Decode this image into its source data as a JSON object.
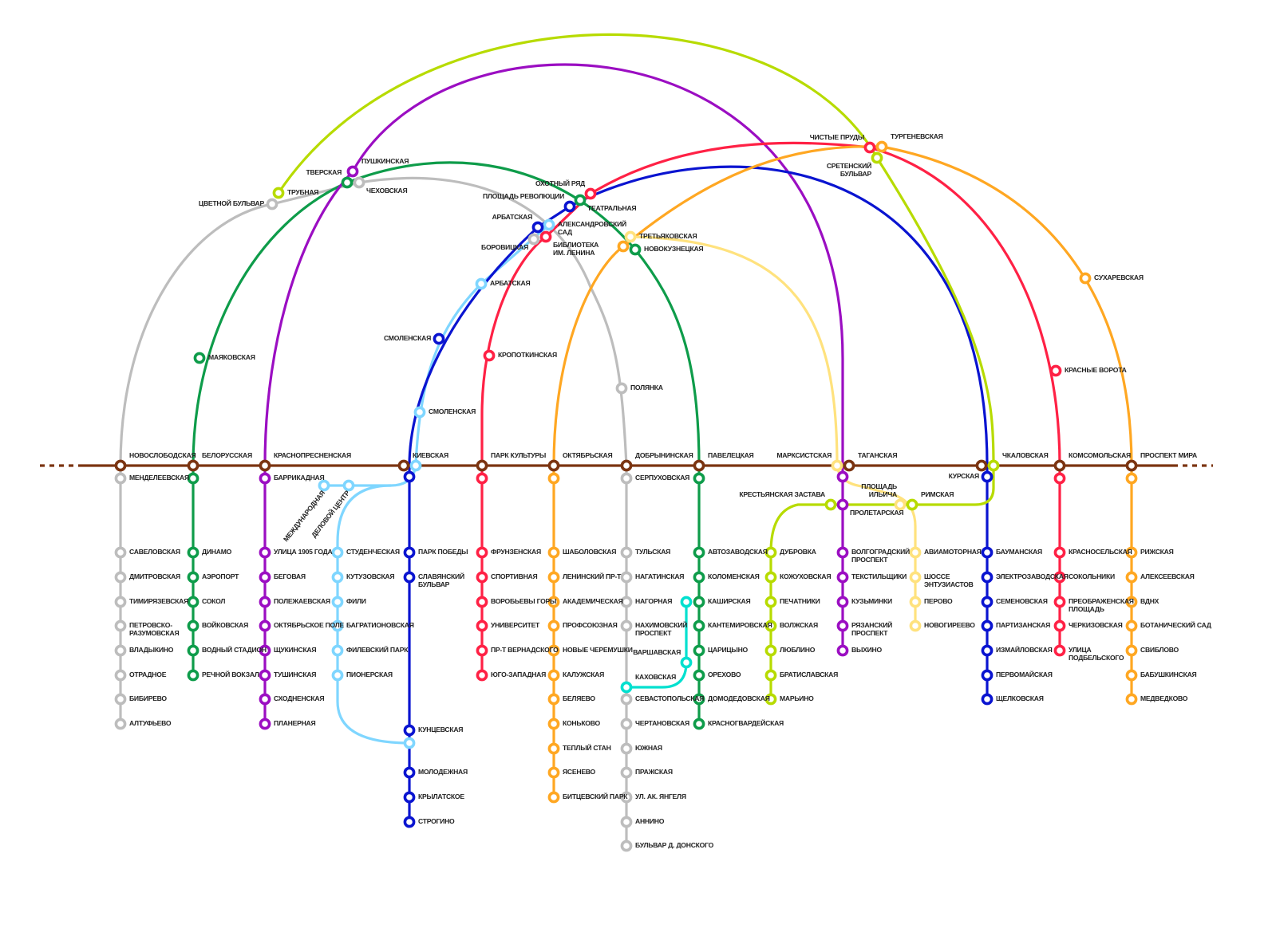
{
  "title": "Схема метро",
  "lines": [
    {
      "id": "ring",
      "color": "#7b3411",
      "stations": [
        "НОВОСЛОБОДСКАЯ",
        "БЕЛОРУССКАЯ",
        "КРАСНОПРЕСНЕНСКАЯ",
        "КИЕВСКАЯ",
        "ПАРК КУЛЬТУРЫ",
        "ОКТЯБРЬСКАЯ",
        "ДОБРЫНИНСКАЯ",
        "ПАВЕЛЕЦКАЯ",
        "ТАГАНСКАЯ",
        "КУРСКАЯ",
        "КОМСОМОЛЬСКАЯ",
        "ПРОСПЕКТ МИРА"
      ]
    },
    {
      "id": "grey",
      "color": "#bdbdbd",
      "stations": [
        "МЕНДЕЛЕЕВСКАЯ",
        "САВЕЛОВСКАЯ",
        "ДМИТРОВСКАЯ",
        "ТИМИРЯЗЕВСКАЯ",
        "ПЕТРОВСКО-\nРАЗУМОВСКАЯ",
        "ВЛАДЫКИНО",
        "ОТРАДНОЕ",
        "БИБИРЕВО",
        "АЛТУФЬЕВО",
        "ЦВЕТНОЙ БУЛЬВАР",
        "ЧЕХОВСКАЯ",
        "БОРОВИЦКАЯ",
        "ПОЛЯНКА",
        "СЕРПУХОВСКАЯ",
        "ТУЛЬСКАЯ",
        "НАГАТИНСКАЯ",
        "НАГОРНАЯ",
        "НАХИМОВСКИЙ\nПРОСПЕКТ",
        "СЕВАСТОПОЛЬСКАЯ",
        "ЧЕРТАНОВСКАЯ",
        "ЮЖНАЯ",
        "ПРАЖСКАЯ",
        "УЛ. АК. ЯНГЕЛЯ",
        "АННИНО",
        "БУЛЬВАР Д. ДОНСКОГО"
      ]
    },
    {
      "id": "green",
      "color": "#0e9c4a",
      "stations": [
        "БЕЛОРУССКАЯ",
        "ДИНАМО",
        "АЭРОПОРТ",
        "СОКОЛ",
        "ВОЙКОВСКАЯ",
        "ВОДНЫЙ СТАДИОН",
        "РЕЧНОЙ ВОКЗАЛ",
        "МАЯКОВСКАЯ",
        "ТВЕРСКАЯ",
        "ТЕАТРАЛЬНАЯ",
        "НОВОКУЗНЕЦКАЯ",
        "ПАВЕЛЕЦКАЯ",
        "АВТОЗАВОДСКАЯ",
        "КОЛОМЕНСКАЯ",
        "КАШИРСКАЯ",
        "КАНТЕМИРОВСКАЯ",
        "ЦАРИЦЫНО",
        "ОРЕХОВО",
        "ДОМОДЕДОВСКАЯ",
        "КРАСНОГВАРДЕЙСКАЯ"
      ]
    },
    {
      "id": "purple",
      "color": "#9b0ec2",
      "stations": [
        "БАРРИКАДНАЯ",
        "УЛИЦА 1905 ГОДА",
        "БЕГОВАЯ",
        "ПОЛЕЖАЕВСКАЯ",
        "ОКТЯБРЬСКОЕ ПОЛЕ",
        "ЩУКИНСКАЯ",
        "ТУШИНСКАЯ",
        "СХОДНЕНСКАЯ",
        "ПЛАНЕРНАЯ",
        "ПУШКИНСКАЯ",
        "ТАГАНСКАЯ",
        "ПРОЛЕТАРСКАЯ",
        "ВОЛГОГРАДСКИЙ\nПРОСПЕКТ",
        "ТЕКСТИЛЬЩИКИ",
        "КУЗЬМИНКИ",
        "РЯЗАНСКИЙ\nПРОСПЕКТ",
        "ВЫХИНО"
      ]
    },
    {
      "id": "lightblue",
      "color": "#7fd6ff",
      "stations": [
        "АЛЕКСАНДРОВСКИЙ\nСАД",
        "АРБАТСКАЯ",
        "СМОЛЕНСКАЯ",
        "КИЕВСКАЯ",
        "МЕЖДУНАРОДНАЯ",
        "ДЕЛОВОЙ ЦЕНТР",
        "СТУДЕНЧЕСКАЯ",
        "КУТУЗОВСКАЯ",
        "ФИЛИ",
        "БАГРАТИОНОВСКАЯ",
        "ФИЛЕВСКИЙ ПАРК",
        "ПИОНЕРСКАЯ",
        "КУНЦЕВСКАЯ"
      ]
    },
    {
      "id": "blue",
      "color": "#0a14d0",
      "stations": [
        "ПЛОЩАДЬ РЕВОЛЮЦИИ",
        "АРБАТСКАЯ",
        "СМОЛЕНСКАЯ",
        "КИЕВСКАЯ",
        "ПАРК ПОБЕДЫ",
        "СЛАВЯНСКИЙ\nБУЛЬВАР",
        "КУНЦЕВСКАЯ",
        "МОЛОДЕЖНАЯ",
        "КРЫЛАТСКОЕ",
        "СТРОГИНО",
        "КУРСКАЯ",
        "БАУМАНСКАЯ",
        "ЭЛЕКТРОЗАВОДСКАЯ",
        "СЕМЕНОВСКАЯ",
        "ПАРТИЗАНСКАЯ",
        "ИЗМАЙЛОВСКАЯ",
        "ПЕРВОМАЙСКАЯ",
        "ЩЕЛКОВСКАЯ"
      ]
    },
    {
      "id": "red",
      "color": "#ff2145",
      "stations": [
        "ОХОТНЫЙ РЯД",
        "БИБЛИОТЕКА\nИМ. ЛЕНИНА",
        "КРОПОТКИНСКАЯ",
        "ПАРК КУЛЬТУРЫ",
        "ФРУНЗЕНСКАЯ",
        "СПОРТИВНАЯ",
        "ВОРОБЬЕВЫ ГОРЫ",
        "УНИВЕРСИТЕТ",
        "ПР-Т ВЕРНАДСКОГО",
        "ЮГО-ЗАПАДНАЯ",
        "ЧИСТЫЕ ПРУДЫ",
        "КРАСНЫЕ ВОРОТА",
        "КОМСОМОЛЬСКАЯ",
        "КРАСНОСЕЛЬСКАЯ",
        "СОКОЛЬНИКИ",
        "ПРЕОБРАЖЕНСКАЯ\nПЛОЩАДЬ",
        "ЧЕРКИЗОВСКАЯ",
        "УЛИЦА\nПОДБЕЛЬСКОГО"
      ]
    },
    {
      "id": "orange",
      "color": "#ffa722",
      "stations": [
        "ТРЕТЬЯКОВСКАЯ",
        "ОКТЯБРЬСКАЯ",
        "ШАБОЛОВСКАЯ",
        "ЛЕНИНСКИЙ ПР-Т",
        "АКАДЕМИЧЕСКАЯ",
        "ПРОФСОЮЗНАЯ",
        "НОВЫЕ ЧЕРЕМУШКИ",
        "КАЛУЖСКАЯ",
        "БЕЛЯЕВО",
        "КОНЬКОВО",
        "ТЕПЛЫЙ СТАН",
        "ЯСЕНЕВО",
        "БИТЦЕВСКИЙ ПАРК",
        "ТУРГЕНЕВСКАЯ",
        "СУХАРЕВСКАЯ",
        "ПРОСПЕКТ МИРА",
        "РИЖСКАЯ",
        "АЛЕКСЕЕВСКАЯ",
        "ВДНХ",
        "БОТАНИЧЕСКИЙ САД",
        "СВИБЛОВО",
        "БАБУШКИНСКАЯ",
        "МЕДВЕДКОВО"
      ]
    },
    {
      "id": "yellow",
      "color": "#ffe27e",
      "stations": [
        "ТРЕТЬЯКОВСКАЯ",
        "МАРКСИСТСКАЯ",
        "ПЛОЩАДЬ\nИЛЬИЧА",
        "АВИАМОТОРНАЯ",
        "ШОССЕ\nЭНТУЗИАСТОВ",
        "ПЕРОВО",
        "НОВОГИРЕЕВО"
      ]
    },
    {
      "id": "lime",
      "color": "#b7db00",
      "stations": [
        "ТРУБНАЯ",
        "СРЕТЕНСКИЙ\nБУЛЬВАР",
        "ЧКАЛОВСКАЯ",
        "РИМСКАЯ",
        "КРЕСТЬЯНСКАЯ ЗАСТАВА",
        "ДУБРОВКА",
        "КОЖУХОВСКАЯ",
        "ПЕЧАТНИКИ",
        "ВОЛЖСКАЯ",
        "ЛЮБЛИНО",
        "БРАТИСЛАВСКАЯ",
        "МАРЬИНО"
      ]
    },
    {
      "id": "teal",
      "color": "#00e0cf",
      "stations": [
        "КАШИРСКАЯ",
        "ВАРШАВСКАЯ",
        "КАХОВСКАЯ"
      ]
    }
  ]
}
